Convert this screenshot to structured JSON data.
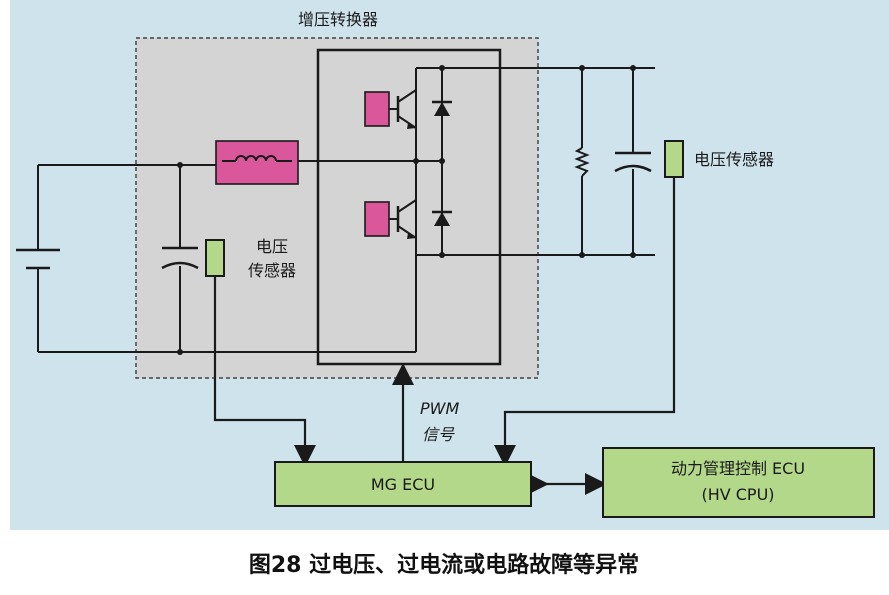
{
  "title": "增压转换器",
  "labels": {
    "sensor_right": "电压传感器",
    "sensor_left_line1": "电压",
    "sensor_left_line2": "传感器",
    "pwm_line1": "PWM",
    "pwm_line2": "信号"
  },
  "blocks": {
    "mg_ecu": "MG ECU",
    "hv_ecu_line1": "动力管理控制 ECU",
    "hv_ecu_line2": "(HV CPU)"
  },
  "caption": "图28 过电压、过电流或电路故障等异常",
  "colors": {
    "background": "#cfe3ec",
    "converter_region": "#d4d4d4",
    "block_fill": "#b3d88a",
    "component_fill": "#d9579a"
  }
}
